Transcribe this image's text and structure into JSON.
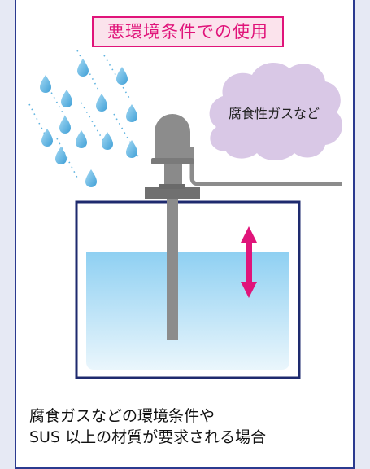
{
  "title": "悪環境条件での使用",
  "gas_label": "腐食性ガスなど",
  "caption": {
    "line1": "腐食ガスなどの環境条件や",
    "line2": "SUS 以上の材質が要求される場合"
  },
  "colors": {
    "frame": "#2b3a8f",
    "title_accent": "#e0147a",
    "title_bg": "#fbe3ec",
    "cloud": "#d9c8e6",
    "rain": "#5fb3e0",
    "water_top": "#8fd0f2",
    "water_bottom": "#e6f5fc",
    "tank_border": "#1e2a6e",
    "sensor": "#8c8c8c",
    "arrow": "#e0147a"
  },
  "icons": [
    "raindrop-icon",
    "cloud-icon",
    "level-sensor-icon",
    "double-arrow-icon"
  ]
}
